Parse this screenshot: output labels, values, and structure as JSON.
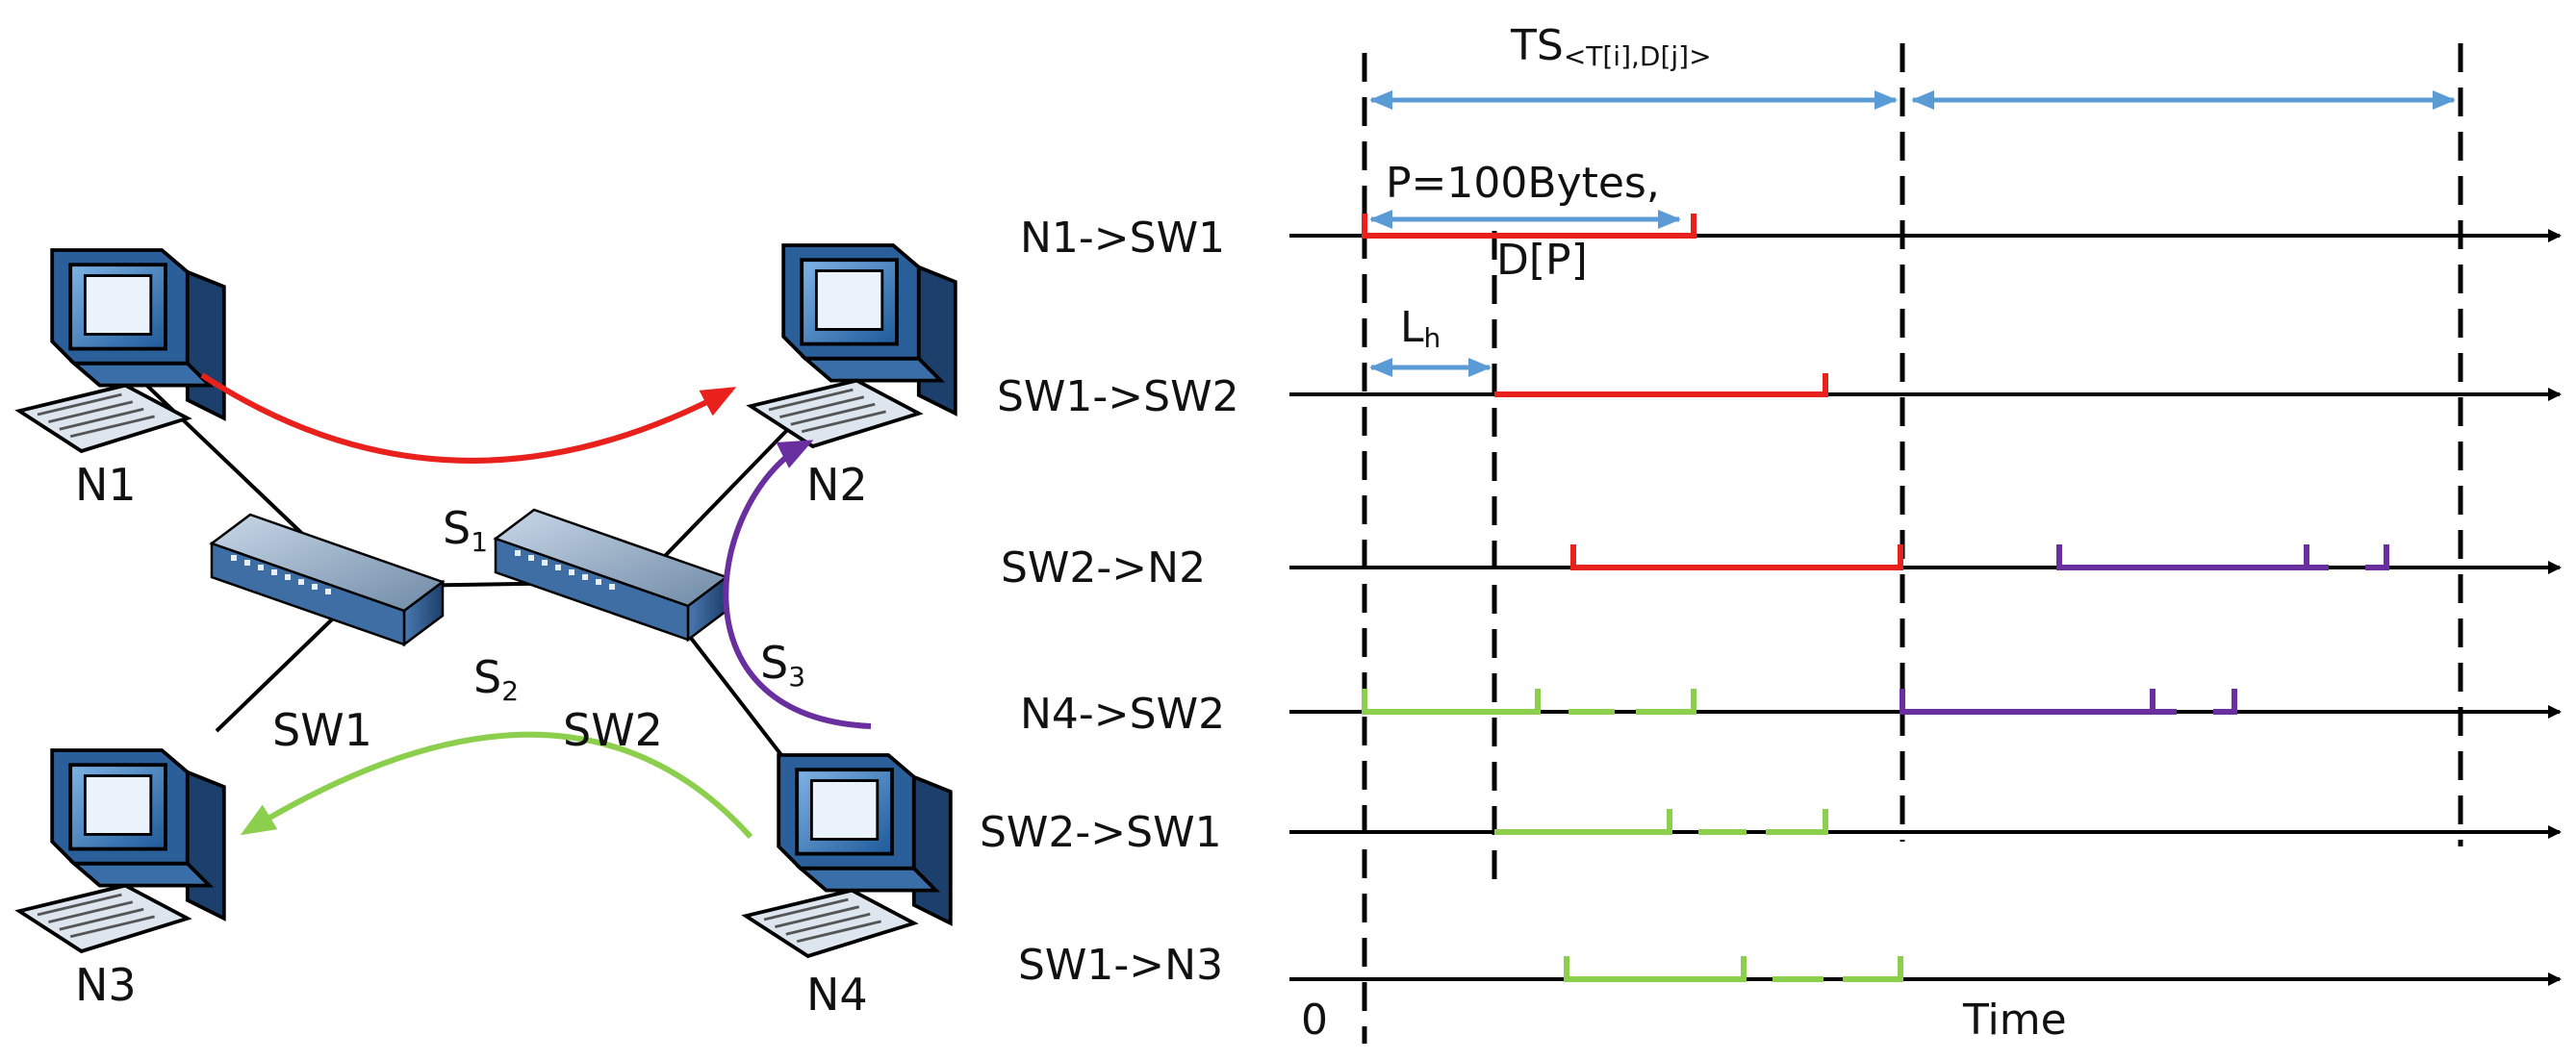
{
  "network": {
    "nodes": [
      {
        "id": "n1",
        "label": "N1"
      },
      {
        "id": "n2",
        "label": "N2"
      },
      {
        "id": "n3",
        "label": "N3"
      },
      {
        "id": "n4",
        "label": "N4"
      }
    ],
    "switches": [
      {
        "id": "sw1",
        "label": "SW1"
      },
      {
        "id": "sw2",
        "label": "SW2"
      }
    ],
    "streams": [
      {
        "id": "s1",
        "base": "S",
        "sub": "1",
        "color": "#e8211c"
      },
      {
        "id": "s2",
        "base": "S",
        "sub": "2",
        "color": "#8ccf4d"
      },
      {
        "id": "s3",
        "base": "S",
        "sub": "3",
        "color": "#6a2f9e"
      }
    ]
  },
  "timeline": {
    "links": [
      "N1->SW1",
      "SW1->SW2",
      "SW2->N2",
      "N4->SW2",
      "SW2->SW1",
      "SW1->N3"
    ],
    "origin_label": "0",
    "axis_label": "Time",
    "ts_label": {
      "base": "TS",
      "sub": "<T[i],D[j]>"
    },
    "packet_label_line1": "P=100Bytes,",
    "packet_label_line2": "D[P]",
    "lh_label": {
      "base": "L",
      "sub": "h"
    },
    "colors": {
      "red": "#e8211c",
      "green": "#8ccf4d",
      "purple": "#6a2f9e",
      "arrow_blue": "#5b9bd5",
      "axis": "#000000"
    }
  }
}
